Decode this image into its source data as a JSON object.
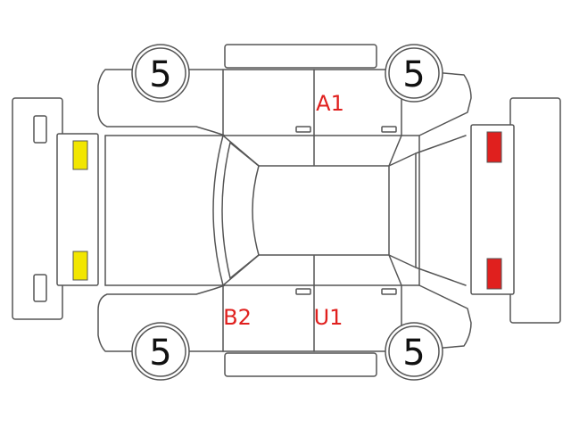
{
  "colors": {
    "outline": "#555555",
    "damage_text": "#e0201e",
    "front_lamp": "#f2e600",
    "rear_lamp": "#e0201e"
  },
  "tires": {
    "front_left": "5",
    "rear_left": "5",
    "front_right": "5",
    "rear_right": "5"
  },
  "damage_marks": {
    "top_door": "A1",
    "front_bottom_door": "B2",
    "rear_bottom_door": "U1"
  }
}
